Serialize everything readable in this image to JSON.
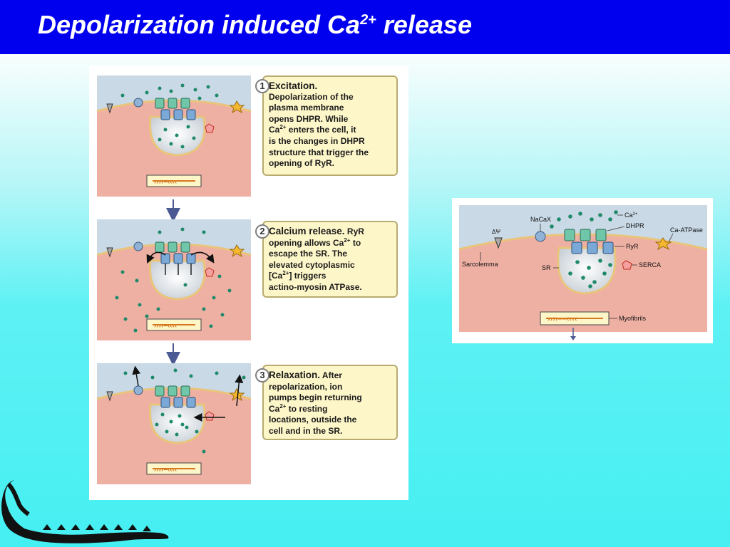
{
  "slide": {
    "title": "Depolarization induced Ca",
    "title_sup": "2+",
    "title_tail": "release"
  },
  "steps": [
    {
      "number": "1",
      "heading": "Excitation.",
      "line_1": "Depolarization of the",
      "line_2": "plasma membrane",
      "line_3": "opens DHPR. While",
      "line_4_a": "Ca",
      "line_4_sup": "2+",
      "line_4_b": " enters the cell, it",
      "line_5": "is the changes in DHPR",
      "line_6": "structure that trigger the",
      "line_7": "opening of RyR."
    },
    {
      "number": "2",
      "heading": "Calcium release.",
      "heading_tail": " RyR",
      "line_1_a": "opening allows Ca",
      "line_1_sup": "2+",
      "line_1_b": " to",
      "line_2": "escape the SR. The",
      "line_3": "elevated cytoplasmic",
      "line_4_a": "[Ca",
      "line_4_sup": "2+",
      "line_4_b": "] triggers",
      "line_5": "actino-myosin ATPase."
    },
    {
      "number": "3",
      "heading": "Relaxation.",
      "heading_tail": " After",
      "line_1": "repolarization, ion",
      "line_2": "pumps begin returning",
      "line_3_a": "Ca",
      "line_3_sup": "2+",
      "line_3_b": " to resting",
      "line_4": "locations, outside the",
      "line_5": "cell and in the SR."
    }
  ],
  "legend_diagram": {
    "labels": {
      "ca": "Ca",
      "ca_sup": "2+",
      "nacax": "NaCaX",
      "dhpr": "DHPR",
      "ryr": "RyR",
      "ca_atpase": "Ca-ATPase",
      "sarcolemma": "Sarcolemma",
      "sr": "SR",
      "serca": "SERCA",
      "myofibrils": "Myofibrils",
      "delta_psi": "ΔΨ"
    }
  },
  "colors": {
    "title_bar": "#0000ee",
    "extracellular": "#c9d9e6",
    "cytoplasm": "#efb0a4",
    "membrane": "#e9c47a",
    "ca_ion": "#1f8a6a",
    "dhpr": "#6fc6a8",
    "ryr": "#7aa9d8",
    "myofibril": "#d8781e"
  },
  "icons": [
    "crocodile-logo-icon",
    "flow-arrow-icon",
    "serca-pump-icon",
    "ca-atpase-star-icon",
    "nacax-exchanger-icon"
  ]
}
